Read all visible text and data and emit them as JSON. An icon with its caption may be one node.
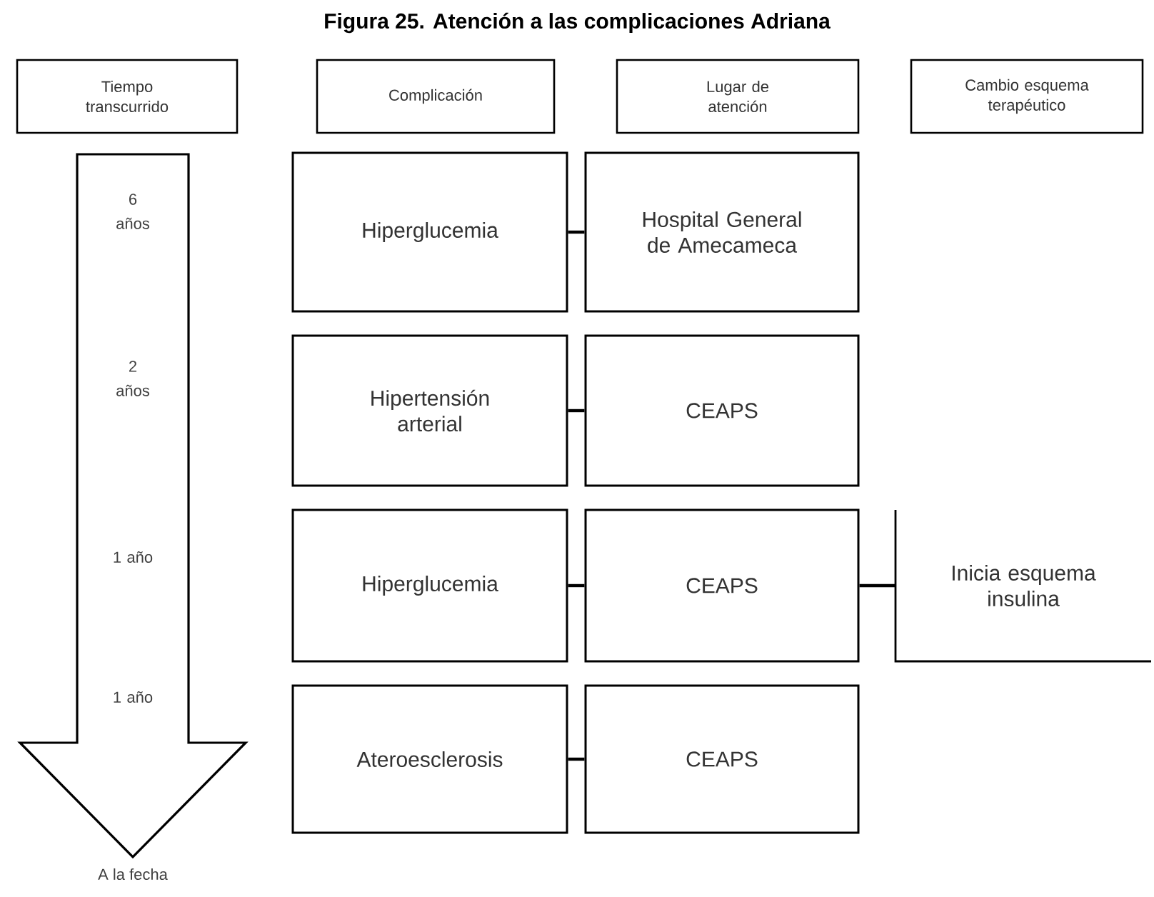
{
  "diagram": {
    "title": "Figura 25. Atención a las complicaciones Adriana",
    "nodes": [
      {
        "text": [
          "Tiempo transcurrido"
        ]
      },
      {
        "text": [
          "Complicación"
        ]
      },
      {
        "text": [
          "Lugar de atención"
        ]
      },
      {
        "text": [
          "Cambio esquema terapéutico"
        ]
      },
      {
        "text": [
          "6 años",
          "2 años",
          "1 año",
          "1 año"
        ],
        "beside": [
          "A la fecha"
        ]
      },
      {
        "text": [
          "Hiperglucemia"
        ]
      },
      {
        "text": [
          "Hospital General de Amecameca"
        ]
      },
      {
        "text": [
          "Hipertensión arterial"
        ]
      },
      {
        "text": [
          "CEAPS"
        ]
      },
      {
        "text": [
          "Hiperglucemia"
        ]
      },
      {
        "text": [
          "CEAPS"
        ]
      },
      {
        "text": [
          "Inicia esquema insulina"
        ]
      },
      {
        "text": [
          "Ateroesclerosis"
        ]
      },
      {
        "text": [
          "CEAPS"
        ]
      }
    ],
    "edges": [
      {
        "from": 5,
        "to": 6,
        "arrow": "none"
      },
      {
        "from": 7,
        "to": 8,
        "arrow": "none"
      },
      {
        "from": 9,
        "to": 10,
        "arrow": "none"
      },
      {
        "from": 10,
        "to": 11,
        "arrow": "none"
      },
      {
        "from": 12,
        "to": 13,
        "arrow": "none"
      }
    ]
  }
}
